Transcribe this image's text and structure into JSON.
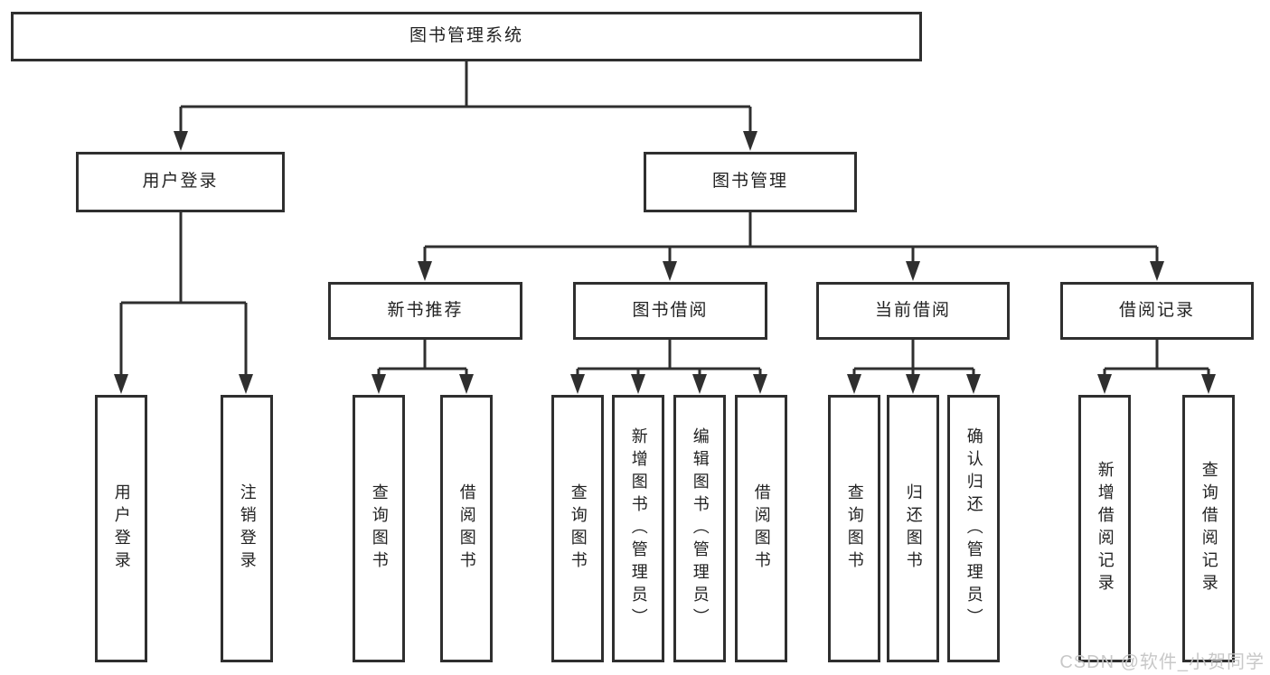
{
  "diagram": {
    "type": "hierarchy-tree",
    "tree": {
      "label": "图书管理系统",
      "children": [
        {
          "label": "用户登录",
          "children": [
            {
              "label": "用户登录"
            },
            {
              "label": "注销登录"
            }
          ]
        },
        {
          "label": "图书管理",
          "children": [
            {
              "label": "新书推荐",
              "children": [
                {
                  "label": "查询图书"
                },
                {
                  "label": "借阅图书"
                }
              ]
            },
            {
              "label": "图书借阅",
              "children": [
                {
                  "label": "查询图书"
                },
                {
                  "label": "新增图书（管理员）"
                },
                {
                  "label": "编辑图书（管理员）"
                },
                {
                  "label": "借阅图书"
                }
              ]
            },
            {
              "label": "当前借阅",
              "children": [
                {
                  "label": "查询图书"
                },
                {
                  "label": "归还图书"
                },
                {
                  "label": "确认归还（管理员）"
                }
              ]
            },
            {
              "label": "借阅记录",
              "children": [
                {
                  "label": "新增借阅记录"
                },
                {
                  "label": "查询借阅记录"
                }
              ]
            }
          ]
        }
      ]
    },
    "colors": {
      "line": "#2f2f2f",
      "box_border": "#2f2f2f",
      "box_fill": "#ffffff",
      "text": "#222222",
      "background": "#ffffff",
      "watermark": "#c6c6c6"
    }
  },
  "watermark": {
    "text": "CSDN @软件_小贺同学"
  }
}
